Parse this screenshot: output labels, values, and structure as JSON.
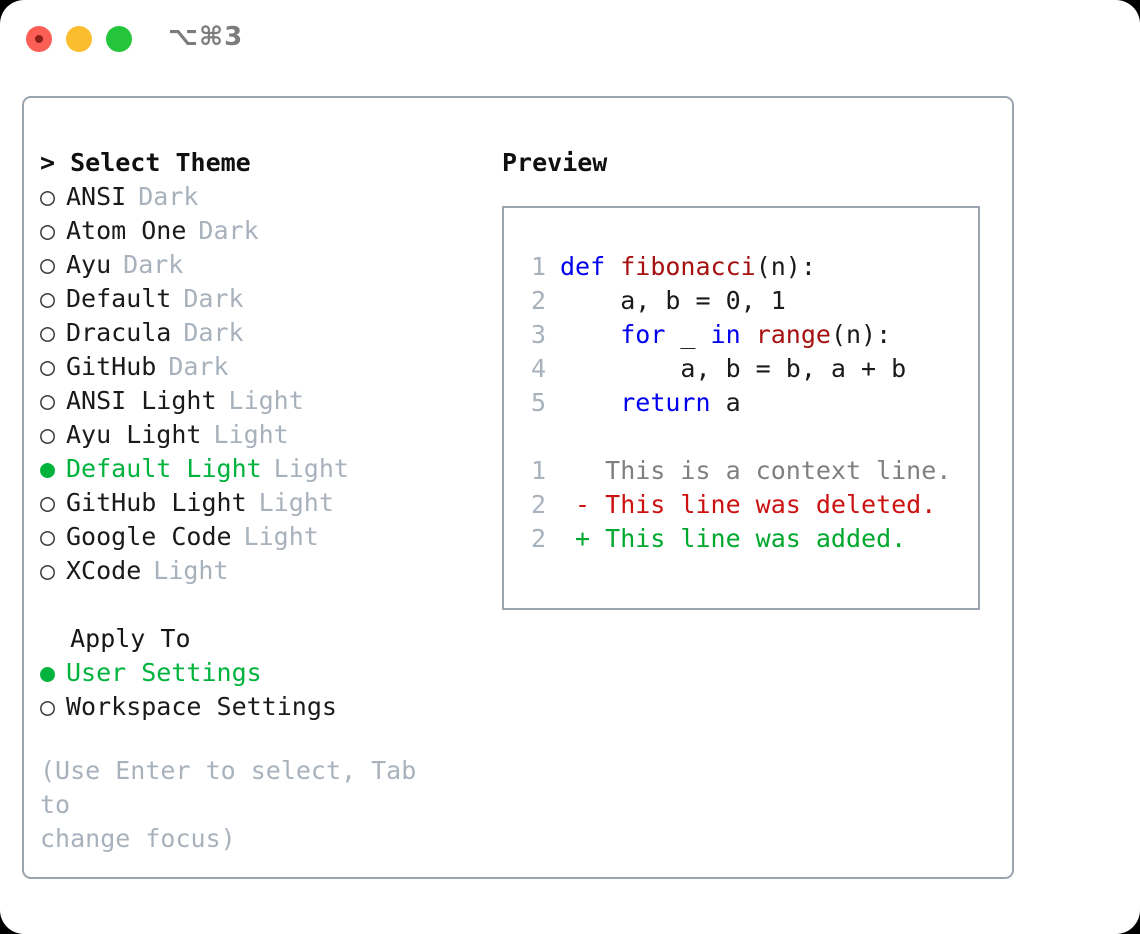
{
  "titlebar": {
    "shortcut": "⌥⌘3",
    "buttons": [
      {
        "name": "close",
        "color": "#fa5e55"
      },
      {
        "name": "minimize",
        "color": "#fbbd2e"
      },
      {
        "name": "maximize",
        "color": "#25c63b"
      }
    ]
  },
  "theme_section": {
    "heading": "> Select Theme",
    "items": [
      {
        "marker": "○",
        "label": "ANSI",
        "tag": "Dark",
        "selected": false
      },
      {
        "marker": "○",
        "label": "Atom One",
        "tag": "Dark",
        "selected": false
      },
      {
        "marker": "○",
        "label": "Ayu",
        "tag": "Dark",
        "selected": false
      },
      {
        "marker": "○",
        "label": "Default",
        "tag": "Dark",
        "selected": false
      },
      {
        "marker": "○",
        "label": "Dracula",
        "tag": "Dark",
        "selected": false
      },
      {
        "marker": "○",
        "label": "GitHub",
        "tag": "Dark",
        "selected": false
      },
      {
        "marker": "○",
        "label": "ANSI Light",
        "tag": "Light",
        "selected": false
      },
      {
        "marker": "○",
        "label": "Ayu Light",
        "tag": "Light",
        "selected": false
      },
      {
        "marker": "●",
        "label": "Default Light",
        "tag": "Light",
        "selected": true
      },
      {
        "marker": "○",
        "label": "GitHub Light",
        "tag": "Light",
        "selected": false
      },
      {
        "marker": "○",
        "label": "Google Code",
        "tag": "Light",
        "selected": false
      },
      {
        "marker": "○",
        "label": "XCode",
        "tag": "Light",
        "selected": false
      }
    ]
  },
  "apply_section": {
    "heading": "  Apply To",
    "items": [
      {
        "marker": "●",
        "label": "User Settings",
        "selected": true
      },
      {
        "marker": "○",
        "label": "Workspace Settings",
        "selected": false
      }
    ]
  },
  "hint": "(Use Enter to select, Tab to\nchange focus)",
  "preview": {
    "heading": "Preview",
    "code_lines": [
      {
        "number": "1",
        "tokens": [
          {
            "text": "def ",
            "kind": "kw"
          },
          {
            "text": "fibonacci",
            "kind": "fn"
          },
          {
            "text": "(n):",
            "kind": "txt"
          }
        ]
      },
      {
        "number": "2",
        "tokens": [
          {
            "text": "    a, b = 0, 1",
            "kind": "txt"
          }
        ]
      },
      {
        "number": "3",
        "tokens": [
          {
            "text": "    ",
            "kind": "txt"
          },
          {
            "text": "for",
            "kind": "kw"
          },
          {
            "text": " _ ",
            "kind": "txt"
          },
          {
            "text": "in ",
            "kind": "kw"
          },
          {
            "text": "range",
            "kind": "fn"
          },
          {
            "text": "(n):",
            "kind": "txt"
          }
        ]
      },
      {
        "number": "4",
        "tokens": [
          {
            "text": "        a, b = b, a + b",
            "kind": "txt"
          }
        ]
      },
      {
        "number": "5",
        "tokens": [
          {
            "text": "    ",
            "kind": "txt"
          },
          {
            "text": "return",
            "kind": "kw"
          },
          {
            "text": " a",
            "kind": "txt"
          }
        ]
      }
    ],
    "diff_lines": [
      {
        "number": "1",
        "sign": " ",
        "text": " This is a context line.",
        "kind": "ctx"
      },
      {
        "number": "2",
        "sign": "-",
        "text": " This line was deleted.",
        "kind": "del"
      },
      {
        "number": "2",
        "sign": "+",
        "text": " This line was added.",
        "kind": "add"
      }
    ]
  },
  "colors": {
    "selected_green": "#00b33c",
    "muted_gray": "#a8b2bd",
    "border": "#9aa5b1",
    "keyword_blue": "#0000ee",
    "function_red": "#a61010",
    "diff_add": "#00a82d",
    "diff_del": "#cc1111"
  }
}
